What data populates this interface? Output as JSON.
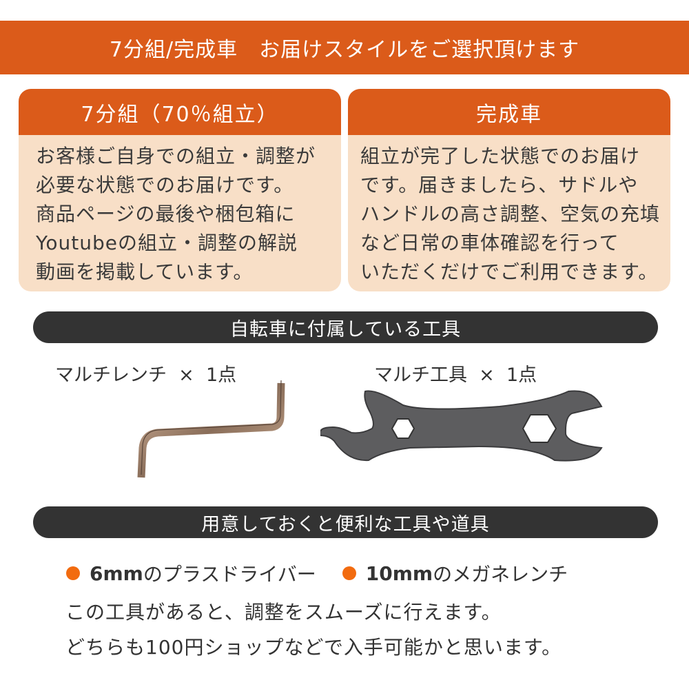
{
  "banner": {
    "title": "7分組/完成車　お届けスタイルをご選択頂けます"
  },
  "cards": [
    {
      "title": "7分組（70％組立）",
      "body": "お客様ご自身での組立・調整が\n必要な状態でのお届けです。\n商品ページの最後や梱包箱に\nYoutubeの組立・調整の解説\n動画を掲載しています。"
    },
    {
      "title": "完成車",
      "body": "組立が完了した状態でのお届け\nです。届きましたら、サドルや\nハンドルの高さ調整、空気の充填\nなど日常の車体確認を行って\nいただくだけでご利用できます。"
    }
  ],
  "included_tools": {
    "heading": "自転車に付属している工具",
    "items": [
      {
        "label": "マルチレンチ  ×  1点",
        "icon": "hex-wrench-icon"
      },
      {
        "label": "マルチ工具  ×  1点",
        "icon": "multi-tool-wrench-icon"
      }
    ]
  },
  "recommended_tools": {
    "heading": "用意しておくと便利な工具や道具",
    "items": [
      {
        "size": "6mm",
        "name": "のプラスドライバー"
      },
      {
        "size": "10mm",
        "name": "のメガネレンチ"
      }
    ],
    "notes": [
      "この工具があると、調整をスムーズに行えます。",
      "どちらも100円ショップなどで入手可能かと思います。"
    ]
  },
  "colors": {
    "accent": "#db5b1a",
    "card_bg": "#f8dfc7",
    "pill_bg": "#333333",
    "bullet": "#f26b0f"
  }
}
